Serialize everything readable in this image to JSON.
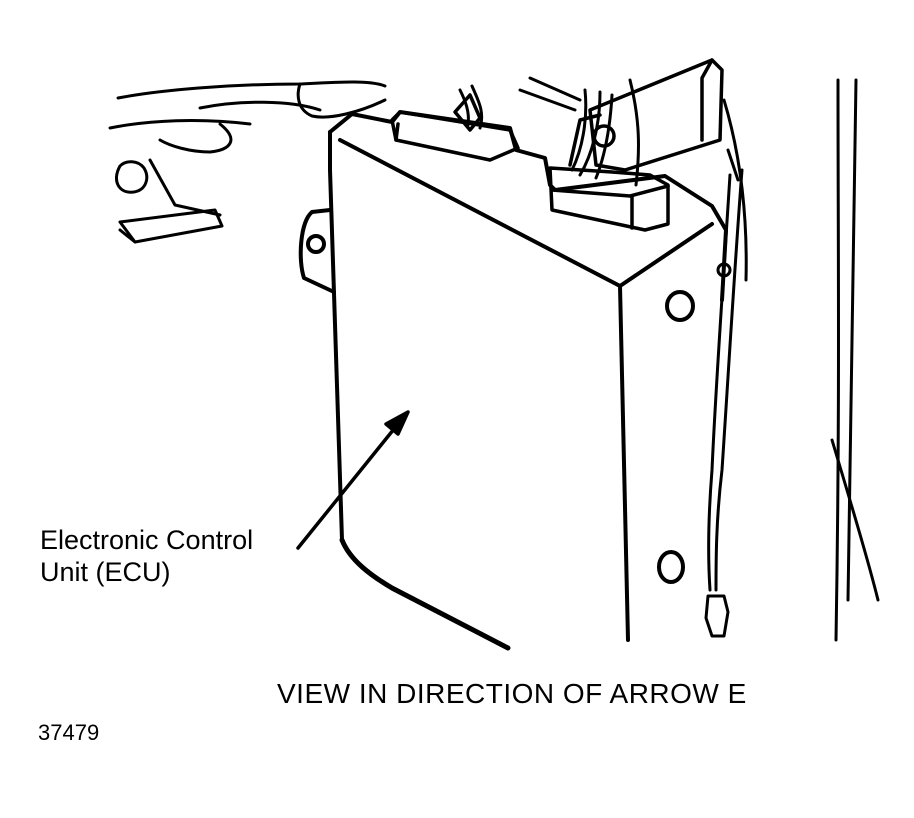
{
  "labels": {
    "ecu_line1": "Electronic Control",
    "ecu_line2": "Unit (ECU)",
    "caption": "VIEW IN DIRECTION OF ARROW E",
    "figure_number": "37479"
  },
  "colors": {
    "ink": "#000000",
    "paper": "#ffffff"
  }
}
